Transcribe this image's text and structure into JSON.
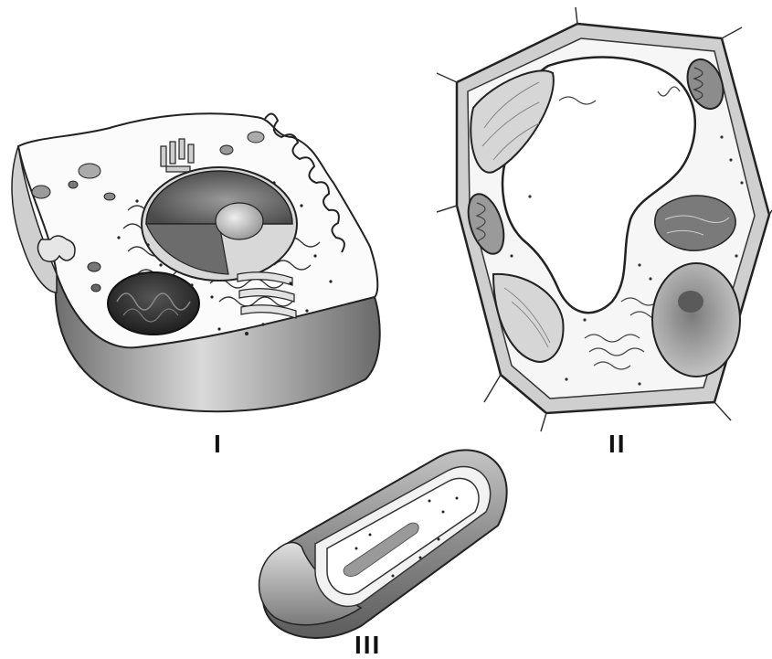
{
  "figure": {
    "cells": [
      {
        "id": "animal",
        "label": "I"
      },
      {
        "id": "plant",
        "label": "II"
      },
      {
        "id": "bacterium",
        "label": "III"
      }
    ]
  }
}
